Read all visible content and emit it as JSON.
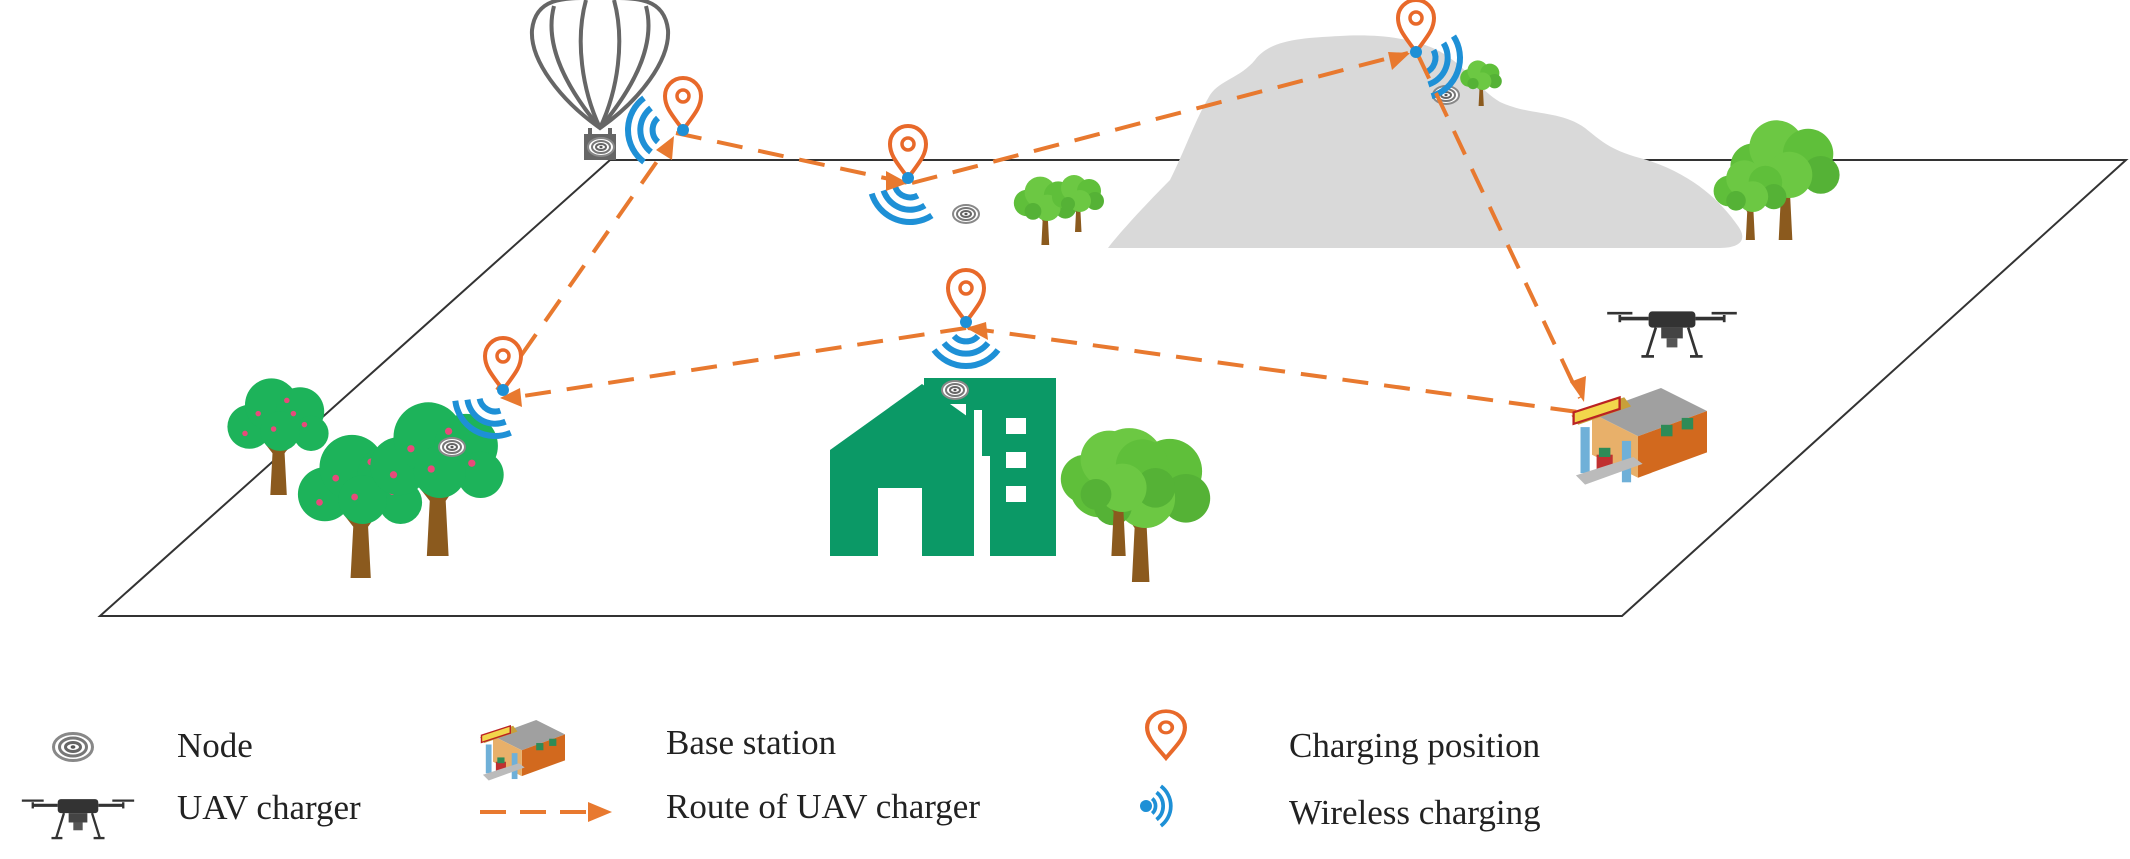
{
  "legend": {
    "node": "Node",
    "uav_charger": "UAV charger",
    "base_station": "Base station",
    "route": "Route of UAV charger",
    "charging_position": "Charging position",
    "wireless_charging": "Wireless charging"
  },
  "colors": {
    "route": "#E8792F",
    "pin": "#E8692A",
    "wireless": "#1E90D6",
    "building": "#0B9966",
    "tree_leaf": "#5FBF3A",
    "fruit_tree_leaf": "#1DB35A",
    "trunk": "#8B5A1E",
    "mountain": "#D9D9D9",
    "drone": "#333333"
  },
  "icons": [
    "node-icon",
    "uav-charger-icon",
    "base-station-icon",
    "route-arrow-icon",
    "charging-position-icon",
    "wireless-charging-icon",
    "balloon-icon",
    "building-icon",
    "tree-icon",
    "mountain-icon"
  ]
}
